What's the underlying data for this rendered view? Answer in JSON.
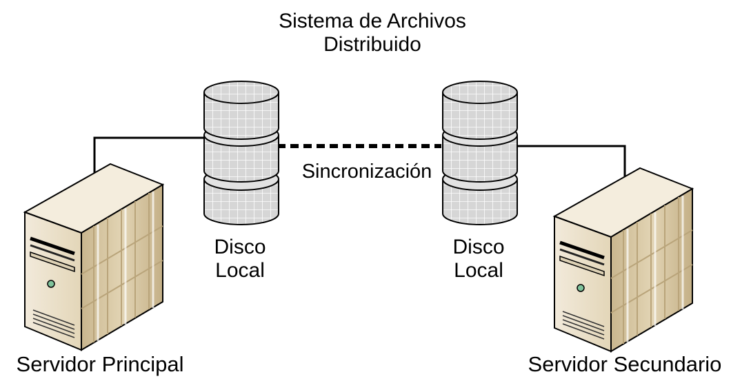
{
  "title": {
    "line1": "Sistema de Archivos",
    "line2": "Distribuido"
  },
  "servers": {
    "primary_label": "Servidor Principal",
    "secondary_label": "Servidor Secundario"
  },
  "disks": {
    "left": {
      "line1": "Disco",
      "line2": "Local"
    },
    "right": {
      "line1": "Disco",
      "line2": "Local"
    }
  },
  "sync_label": "Sincronización",
  "colors": {
    "server_front": "#ece2cc",
    "server_side": "#d2c19c",
    "server_top": "#f3ecdc",
    "disk_fill": "#d8d8d8",
    "disk_grid": "#ffffff",
    "line": "#000000"
  },
  "icons": {
    "server": "tower-server-icon",
    "disk": "disk-stack-icon"
  }
}
